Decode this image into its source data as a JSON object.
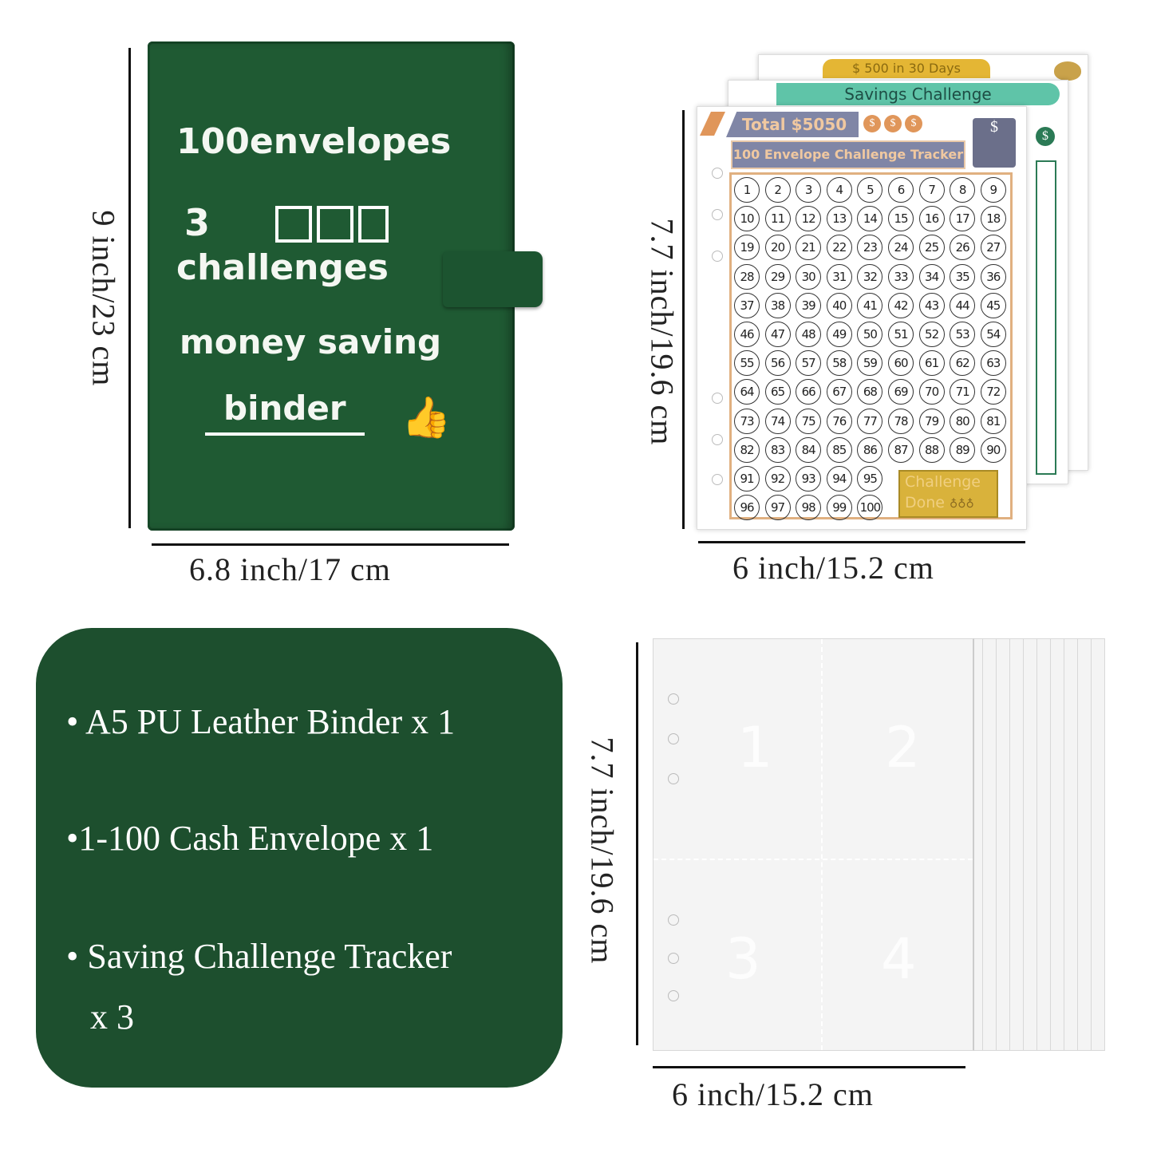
{
  "binder": {
    "line1": "100envelopes",
    "line2_num": "3",
    "line3": "challenges",
    "line4": "money saving",
    "line5": "binder",
    "height_label": "9 inch/23 cm",
    "width_label": "6.8 inch/17 cm"
  },
  "tracker": {
    "back_title": "$ 500 in 30 Days",
    "middle_title": "Savings Challenge",
    "total": "Total $5050",
    "coin": "$",
    "title": "100 Envelope Challenge Tracker",
    "done_line1": "Challenge",
    "done_line2": "Done",
    "height_label": "7.7 inch/19.6 cm",
    "width_label": "6 inch/15.2 cm"
  },
  "contents": {
    "items": [
      "A5 PU Leather Binder x 1",
      "1-100 Cash Envelope x 1",
      "Saving Challenge Tracker",
      "x 3"
    ],
    "bullet": "•"
  },
  "envelopes": {
    "numbers": [
      "1",
      "2",
      "3",
      "4"
    ],
    "height_label": "7.7 inch/19.6 cm",
    "width_label": "6 inch/15.2 cm"
  }
}
